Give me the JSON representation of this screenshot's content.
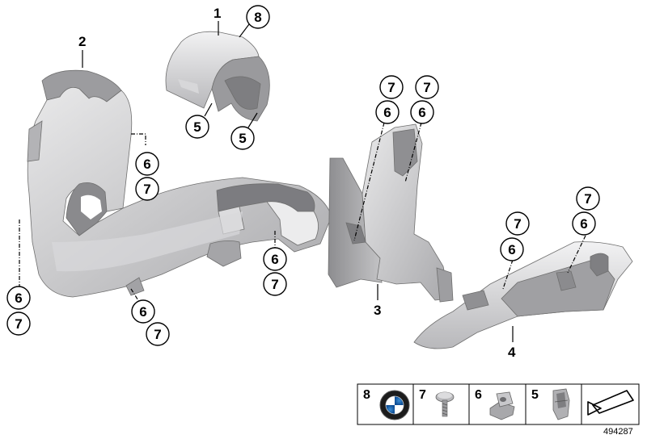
{
  "diagram": {
    "part_numbers": {
      "p1": "1",
      "p2": "2",
      "p3": "3",
      "p4": "4"
    },
    "callouts": {
      "c8_top": "8",
      "c5_a": "5",
      "c5_b": "5",
      "c6_left_upper": "6",
      "c7_left_upper": "7",
      "c6_left_edge": "6",
      "c7_left_edge": "7",
      "c6_bottom": "6",
      "c7_bottom": "7",
      "c6_center": "6",
      "c7_center": "7",
      "c7_p3_a": "7",
      "c6_p3_a": "6",
      "c7_p3_b": "7",
      "c6_p3_b": "6",
      "c7_p4_a": "7",
      "c6_p4_a": "6",
      "c7_p4_b": "7",
      "c6_p4_b": "6"
    },
    "legend": {
      "items": [
        {
          "number": "8",
          "icon": "bmw-emblem-icon"
        },
        {
          "number": "7",
          "icon": "screw-icon"
        },
        {
          "number": "6",
          "icon": "clip-nut-icon"
        },
        {
          "number": "5",
          "icon": "spring-clip-icon"
        }
      ],
      "arrow_icon": "direction-arrow-icon"
    },
    "document_number": "494287"
  }
}
